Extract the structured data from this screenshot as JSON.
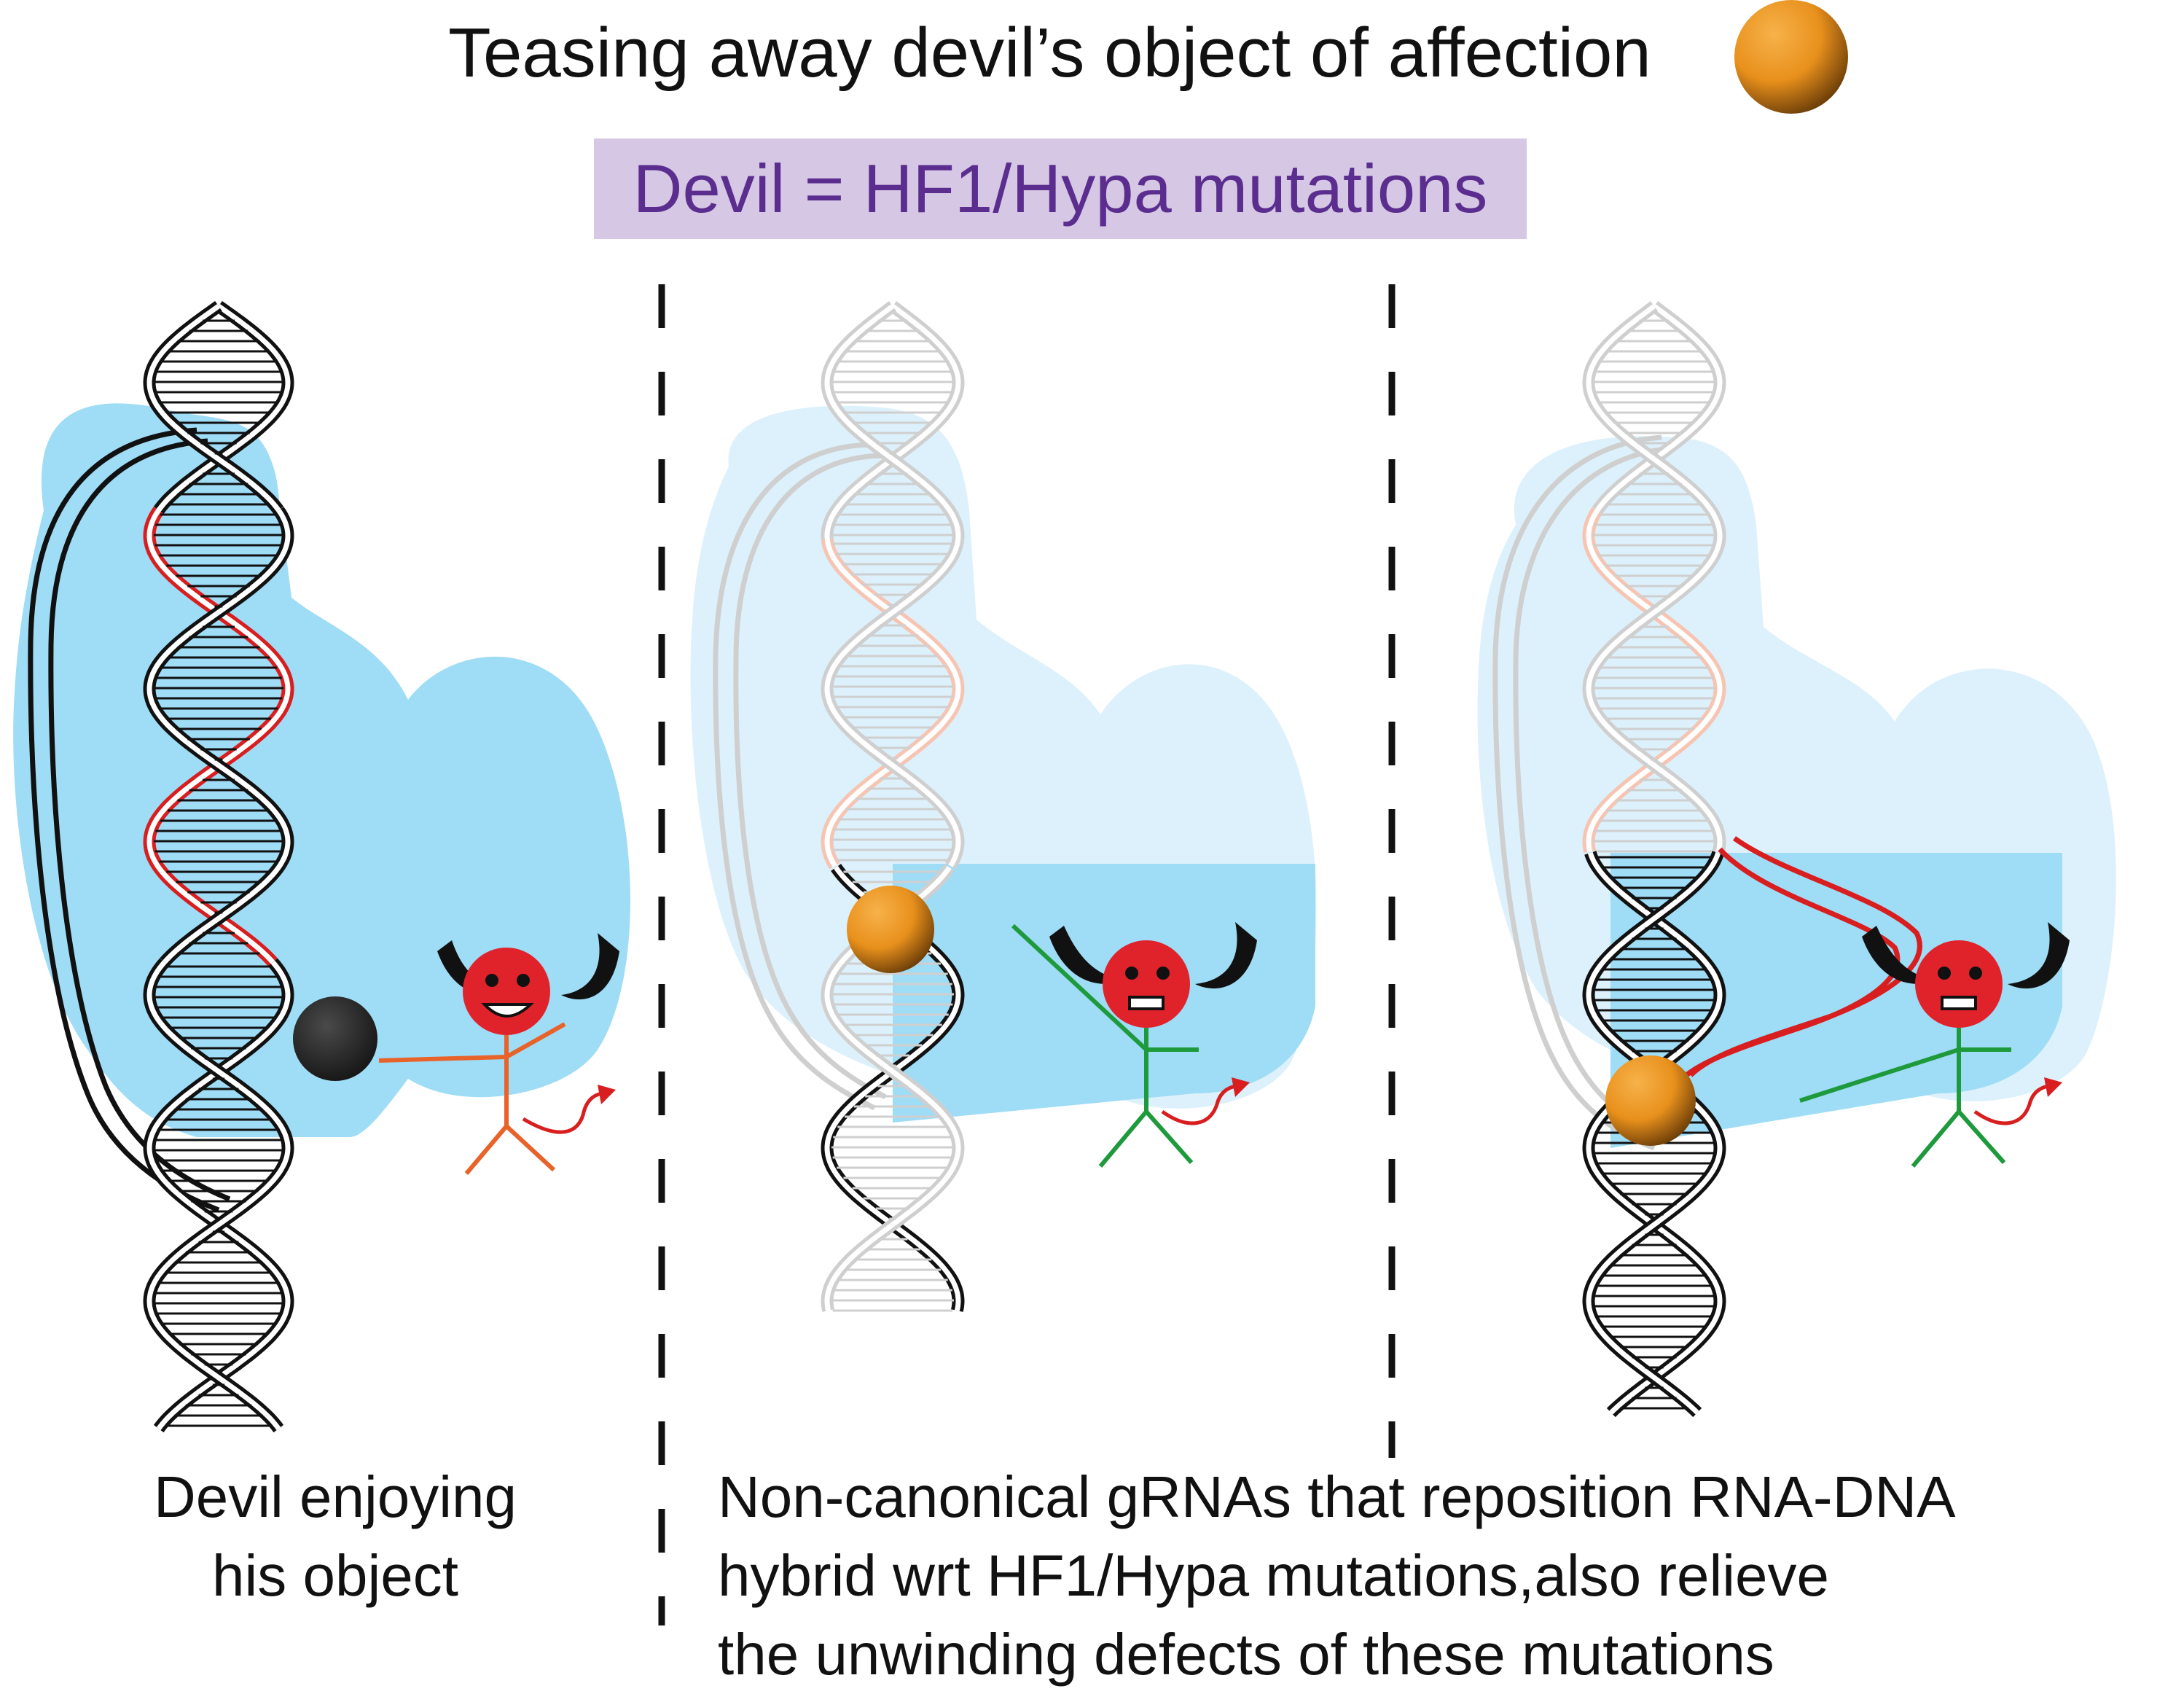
{
  "title": "Teasing away devil’s object of affection",
  "devil_label": "Devil = HF1/Hypa mutations",
  "caption_left": [
    "Devil enjoying",
    "his object"
  ],
  "caption_right": [
    "Non-canonical gRNAs that reposition RNA-DNA",
    "hybrid wrt HF1/Hypa mutations,also relieve",
    "the unwinding defects of these mutations"
  ],
  "colors": {
    "protein": "#9fdcf6",
    "protein_faded": "#dcf1fb",
    "dna": "#111111",
    "dna_faded": "#cfcfcf",
    "rna": "#d81e1e",
    "rna_faded": "#f7c4b2",
    "ball": "#e8901c",
    "devil_face": "#e0232b",
    "stick_orange": "#e8632a",
    "stick_green": "#1e9a3c",
    "label_bg": "#d6c8e4",
    "label_text": "#5b2d8f"
  }
}
